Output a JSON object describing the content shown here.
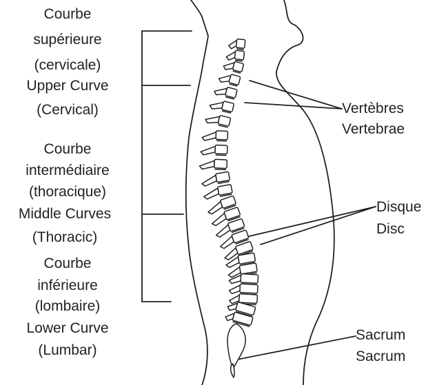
{
  "curves": {
    "upper": {
      "fr_line1": "Courbe",
      "fr_line2": "supérieure",
      "fr_line3": "(cervicale)",
      "en_line1": "Upper Curve",
      "en_line2": "(Cervical)"
    },
    "middle": {
      "fr_line1": "Courbe",
      "fr_line2": "intermédiaire",
      "fr_line3": "(thoracique)",
      "en_line1": "Middle Curves",
      "en_line2": "(Thoracic)"
    },
    "lower": {
      "fr_line1": "Courbe",
      "fr_line2": "inférieure",
      "fr_line3": "(lombaire)",
      "en_line1": "Lower Curve",
      "en_line2": "(Lumbar)"
    }
  },
  "parts": {
    "vertebrae": {
      "fr": "Vertèbres",
      "en": "Vertebrae"
    },
    "disc": {
      "fr": "Disque",
      "en": "Disc"
    },
    "sacrum": {
      "fr": "Sacrum",
      "en": "Sacrum"
    }
  },
  "colors": {
    "ink": "#231f20",
    "background": "#ffffff",
    "bone_fill": "#ffffff"
  }
}
